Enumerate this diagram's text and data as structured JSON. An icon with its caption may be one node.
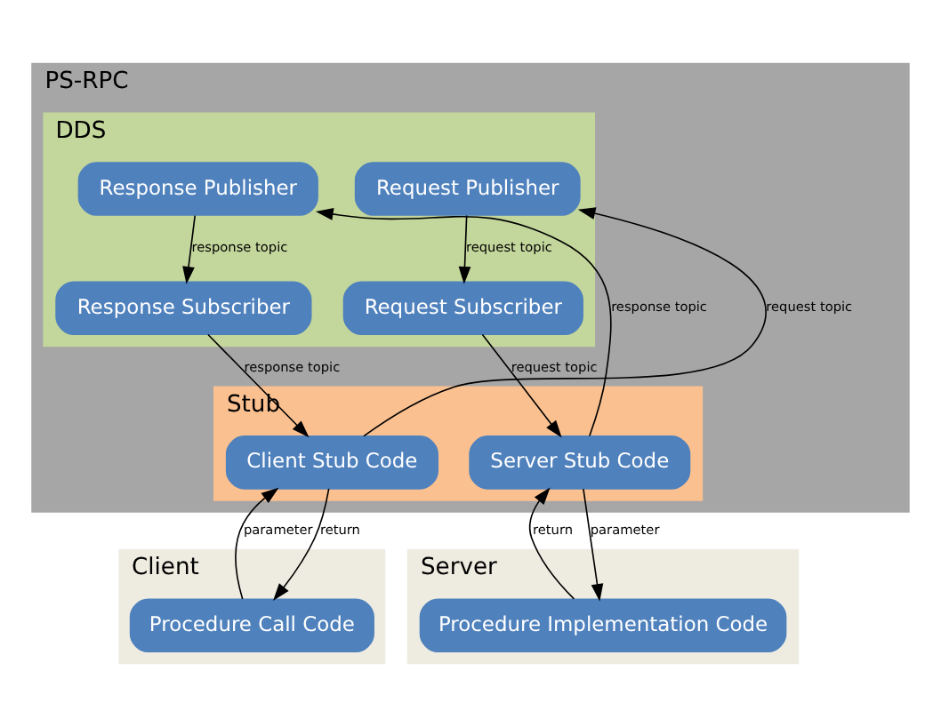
{
  "diagram": {
    "nodes": [
      {
        "text": [
          "Client"
        ]
      },
      {
        "text": [
          "Procedure Call Code"
        ],
        "in": 0
      },
      {
        "text": [
          "Server"
        ]
      },
      {
        "text": [
          "Procedure Implementation Code"
        ],
        "in": 2
      },
      {
        "text": [
          "PS-RPC"
        ]
      },
      {
        "text": [
          "Stub"
        ],
        "in": 4
      },
      {
        "text": [
          "Client Stub Code"
        ],
        "in": 5
      },
      {
        "text": [
          "Server Stub Code"
        ],
        "in": 5
      },
      {
        "text": [
          "DDS"
        ],
        "in": 4
      },
      {
        "text": [
          "Request Publisher"
        ],
        "in": 8
      },
      {
        "text": [
          "Response Subscriber"
        ],
        "in": 8
      },
      {
        "text": [
          "Response Publisher"
        ],
        "in": 8
      },
      {
        "text": [
          "Request Subscriber"
        ],
        "in": 8
      }
    ],
    "edges": [
      {
        "from": 1,
        "to": 6,
        "arrow": "to",
        "label": "parameter"
      },
      {
        "from": 6,
        "to": 1,
        "arrow": "to",
        "label": "return"
      },
      {
        "from": 3,
        "to": 7,
        "arrow": "to",
        "label": "return"
      },
      {
        "from": 7,
        "to": 3,
        "arrow": "to",
        "label": "parameter"
      },
      {
        "from": 6,
        "to": 9,
        "arrow": "to",
        "label": "request topic"
      },
      {
        "from": 10,
        "to": 6,
        "arrow": "to",
        "label": "response topic"
      },
      {
        "from": 7,
        "to": 11,
        "arrow": "to",
        "label": "response topic"
      },
      {
        "from": 12,
        "to": 7,
        "arrow": "to",
        "label": "request topic"
      },
      {
        "from": 11,
        "to": 10,
        "arrow": "to",
        "label": "response topic"
      },
      {
        "from": 9,
        "to": 12,
        "arrow": "to",
        "label": "request topic"
      }
    ]
  }
}
